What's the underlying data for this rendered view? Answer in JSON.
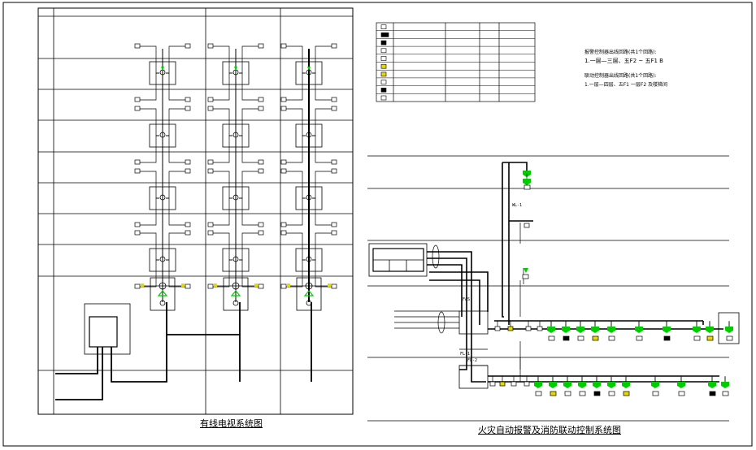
{
  "drawing": {
    "left_panel": {
      "title": "有线电视系统图",
      "columns": 3,
      "floors": 9,
      "tap_columns": [
        "col-1",
        "col-2",
        "col-3"
      ]
    },
    "right_panel": {
      "title": "火灾自动报警及消防联动控制系统图",
      "notes": {
        "group1_heading": "报警控制器出线回路(共1个回路):",
        "group1_line": "1.一层—三层、五F2 ~ 五F1 B",
        "group2_heading": "联动控制器出线回路(共1个回路):",
        "group2_line": "1.一层—四层、五F1 一层F2 及楼梯间"
      },
      "legend_rows": 10,
      "small_labels": {
        "panel_tag": "FAS",
        "bus_tag_upper": "FL-1",
        "bus_tag_lower": "FL-2",
        "riser_tag": "WL-1"
      }
    },
    "colors": {
      "line": "#000000",
      "device_green": "#00cc00",
      "device_yellow": "#e6d800",
      "background": "#ffffff"
    }
  }
}
